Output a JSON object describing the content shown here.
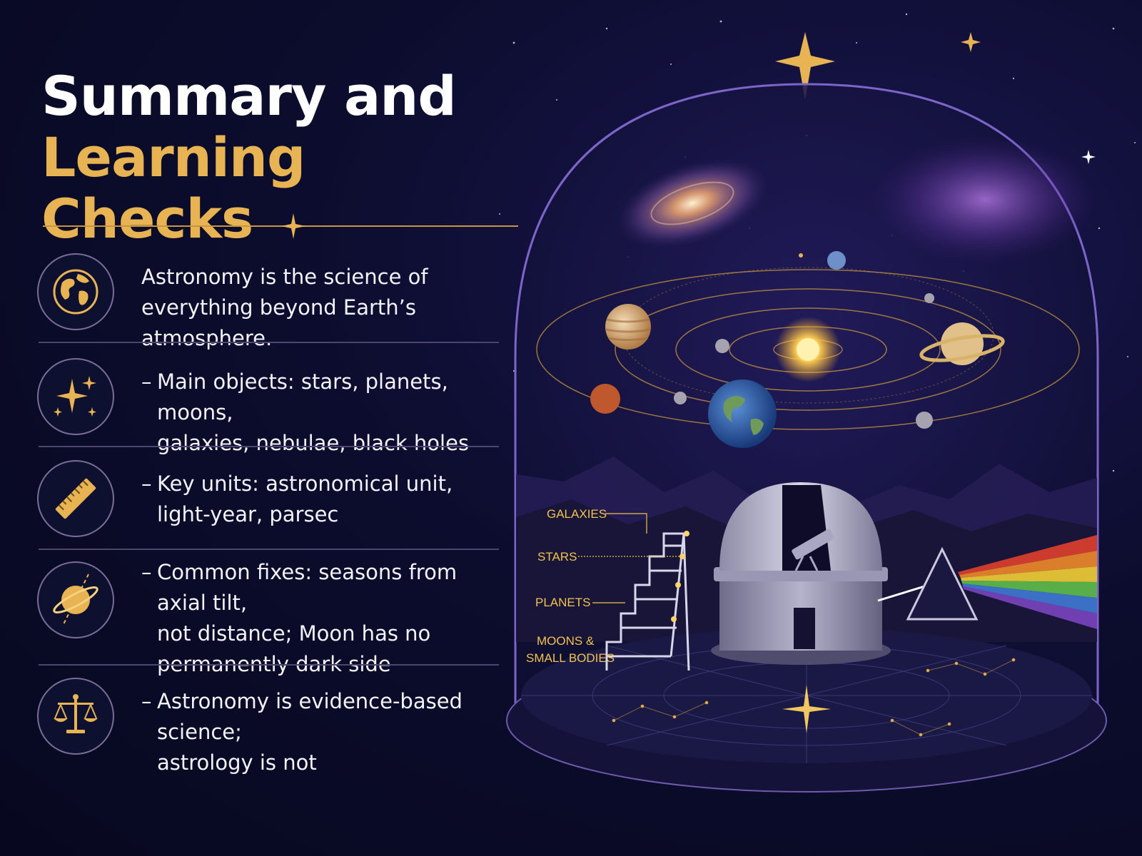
{
  "title": {
    "line1": "Summary and",
    "line2": "Learning Checks"
  },
  "summary_items": [
    {
      "icon": "globe-icon",
      "dash": "",
      "lines": [
        "Astronomy is the science of",
        "everything beyond Earth’s atmosphere."
      ]
    },
    {
      "icon": "sparkle-stars-icon",
      "dash": "–",
      "lines": [
        "Main objects: stars, planets, moons,",
        "galaxies, nebulae, black holes"
      ]
    },
    {
      "icon": "ruler-icon",
      "dash": "–",
      "lines": [
        "Key units: astronomical unit,",
        "light-year, parsec"
      ]
    },
    {
      "icon": "tilted-planet-icon",
      "dash": "–",
      "lines": [
        "Common fixes: seasons from axial tilt,",
        "not distance; Moon has no",
        "permanently dark side"
      ]
    },
    {
      "icon": "balance-scale-icon",
      "dash": "–",
      "lines": [
        "Astronomy is evidence-based science;",
        "astrology is not"
      ]
    }
  ],
  "illustration": {
    "callouts": {
      "galaxies": "GALAXIES",
      "stars": "STARS",
      "planets": "PLANETS",
      "moons_line1": "MOONS &",
      "moons_line2": "SMALL BODIES"
    }
  },
  "colors": {
    "background": "#0b0c2a",
    "accent_gold": "#e8b352",
    "text": "#f2f2f7",
    "dome_outline": "#7d64c8"
  }
}
